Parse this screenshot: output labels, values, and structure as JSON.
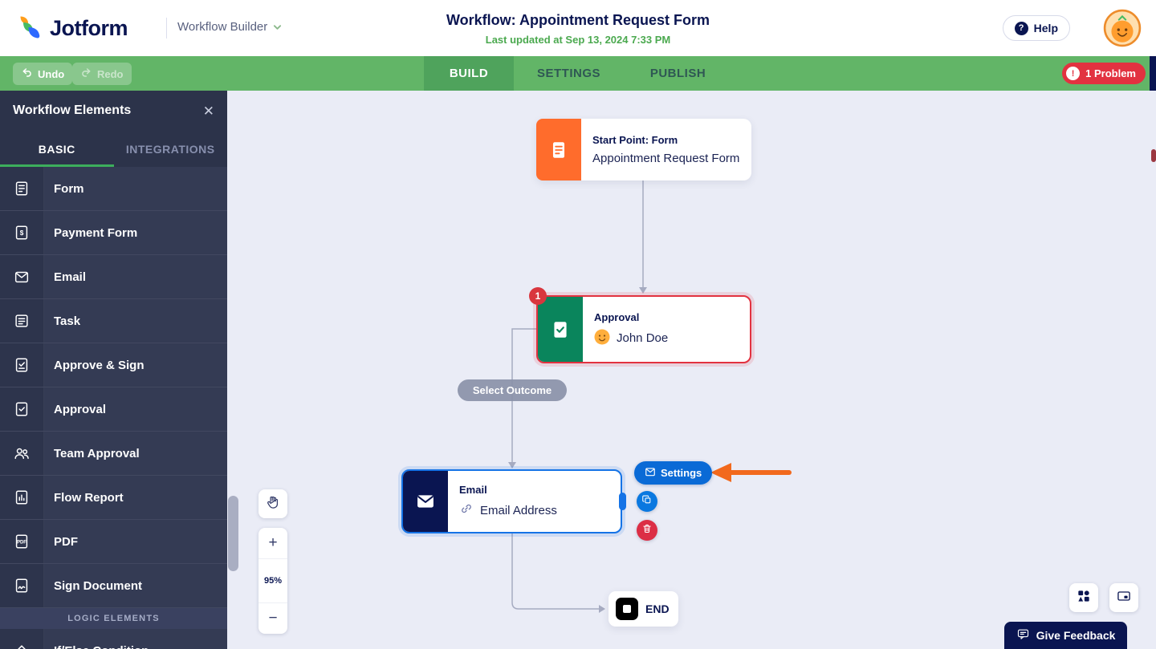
{
  "header": {
    "logo": "Jotform",
    "product": "Workflow Builder",
    "title": "Workflow: Appointment Request Form",
    "last_updated": "Last updated at Sep 13, 2024 7:33 PM",
    "help": "Help"
  },
  "toolbar": {
    "undo": "Undo",
    "redo": "Redo",
    "tabs": [
      {
        "label": "BUILD",
        "active": true
      },
      {
        "label": "SETTINGS",
        "active": false
      },
      {
        "label": "PUBLISH",
        "active": false
      }
    ],
    "problem": "1 Problem"
  },
  "sidebar": {
    "title": "Workflow Elements",
    "tabs": [
      {
        "label": "BASIC",
        "active": true
      },
      {
        "label": "INTEGRATIONS",
        "active": false
      }
    ],
    "items": [
      {
        "label": "Form",
        "icon": "form"
      },
      {
        "label": "Payment Form",
        "icon": "payment-form"
      },
      {
        "label": "Email",
        "icon": "email"
      },
      {
        "label": "Task",
        "icon": "task"
      },
      {
        "label": "Approve & Sign",
        "icon": "approve-sign"
      },
      {
        "label": "Approval",
        "icon": "approval"
      },
      {
        "label": "Team Approval",
        "icon": "team-approval"
      },
      {
        "label": "Flow Report",
        "icon": "flow-report"
      },
      {
        "label": "PDF",
        "icon": "pdf"
      },
      {
        "label": "Sign Document",
        "icon": "sign-document"
      }
    ],
    "section": "LOGIC ELEMENTS",
    "partial_item": {
      "label": "If/Else Condition",
      "icon": "condition"
    }
  },
  "canvas": {
    "start_node": {
      "title": "Start Point: Form",
      "subtitle": "Appointment Request Form"
    },
    "approval_node": {
      "title": "Approval",
      "assignee": "John Doe",
      "error_count": "1"
    },
    "outcome_pill": "Select Outcome",
    "email_node": {
      "title": "Email",
      "subtitle": "Email Address"
    },
    "end_node": "END",
    "node_actions": {
      "settings": "Settings"
    },
    "zoom": {
      "level": "95%",
      "zoom_in": "+",
      "zoom_out": "−"
    }
  },
  "footer": {
    "feedback": "Give Feedback"
  },
  "colors": {
    "brand_navy": "#0A1551",
    "toolbar_green": "#62B567",
    "error_red": "#E23240",
    "selection_blue": "#1573E6",
    "start_orange": "#FF6C2C",
    "approval_green": "#0A855C",
    "annotation_orange": "#F2691D"
  }
}
